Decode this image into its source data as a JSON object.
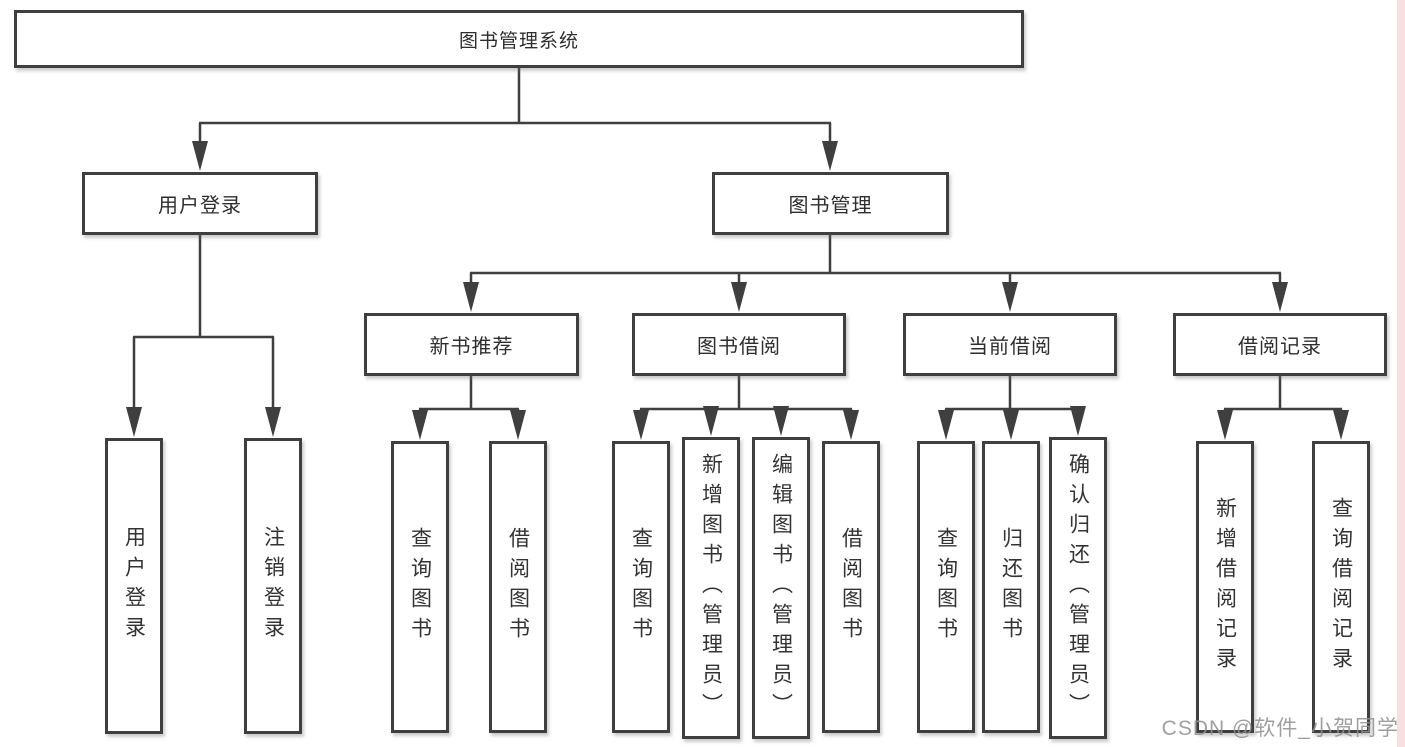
{
  "diagram": {
    "title": "图书管理系统",
    "tree": {
      "root": {
        "label": "图书管理系统",
        "children": [
          {
            "label": "用户登录",
            "children": [
              {
                "label": "用户登录"
              },
              {
                "label": "注销登录"
              }
            ]
          },
          {
            "label": "图书管理",
            "children": [
              {
                "label": "新书推荐",
                "children": [
                  {
                    "label": "查询图书"
                  },
                  {
                    "label": "借阅图书"
                  }
                ]
              },
              {
                "label": "图书借阅",
                "children": [
                  {
                    "label": "查询图书"
                  },
                  {
                    "label": "新增图书（管理员）"
                  },
                  {
                    "label": "编辑图书（管理员）"
                  },
                  {
                    "label": "借阅图书"
                  }
                ]
              },
              {
                "label": "当前借阅",
                "children": [
                  {
                    "label": "查询图书"
                  },
                  {
                    "label": "归还图书"
                  },
                  {
                    "label": "确认归还（管理员）"
                  }
                ]
              },
              {
                "label": "借阅记录",
                "children": [
                  {
                    "label": "新增借阅记录"
                  },
                  {
                    "label": "查询借阅记录"
                  }
                ]
              }
            ]
          }
        ]
      }
    },
    "colors": {
      "line": "#3f3f3f",
      "box_border": "#3f3f3f",
      "text": "#333333",
      "watermark": "#929292",
      "right_edge_strip": "#f8e0e0"
    }
  },
  "watermark": {
    "text": "CSDN @软件_小贺同学"
  }
}
